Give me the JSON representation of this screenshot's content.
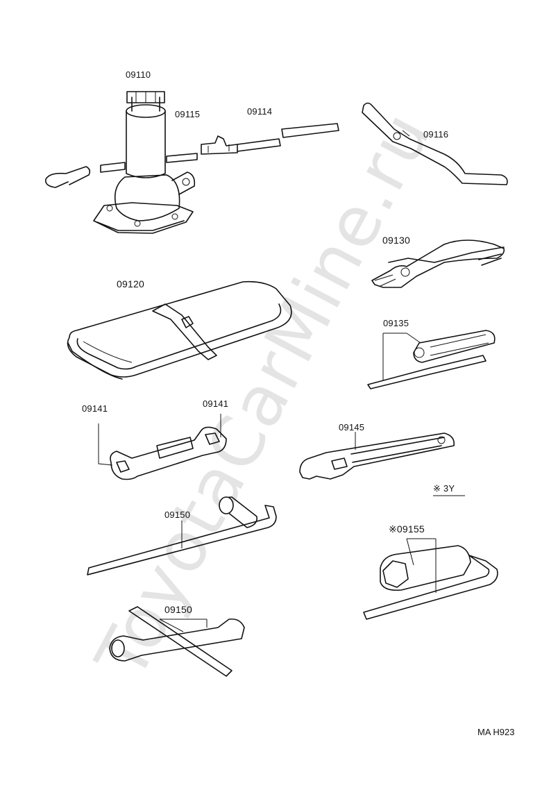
{
  "parts": [
    {
      "id": "jack",
      "number": "09110"
    },
    {
      "id": "jack-handle-ext",
      "number": "09115"
    },
    {
      "id": "jack-handle",
      "number": "09114"
    },
    {
      "id": "hub-nut-wrench",
      "number": "09116"
    },
    {
      "id": "tool-bag",
      "number": "09120"
    },
    {
      "id": "pliers",
      "number": "09130"
    },
    {
      "id": "screwdriver",
      "number": "09135"
    },
    {
      "id": "open-end-wrench-1",
      "number": "09141"
    },
    {
      "id": "open-end-wrench-2",
      "number": "09141"
    },
    {
      "id": "adjustable-wrench",
      "number": "09145"
    },
    {
      "id": "wheel-nut-wrench",
      "number": "09150"
    },
    {
      "id": "wheel-nut-wrench-alt",
      "number": "09150"
    },
    {
      "id": "plug-wrench",
      "number": "※09155"
    }
  ],
  "note": "※ 3Y",
  "code": "MA  H923",
  "watermark": "ToyotaCarMine.ru"
}
